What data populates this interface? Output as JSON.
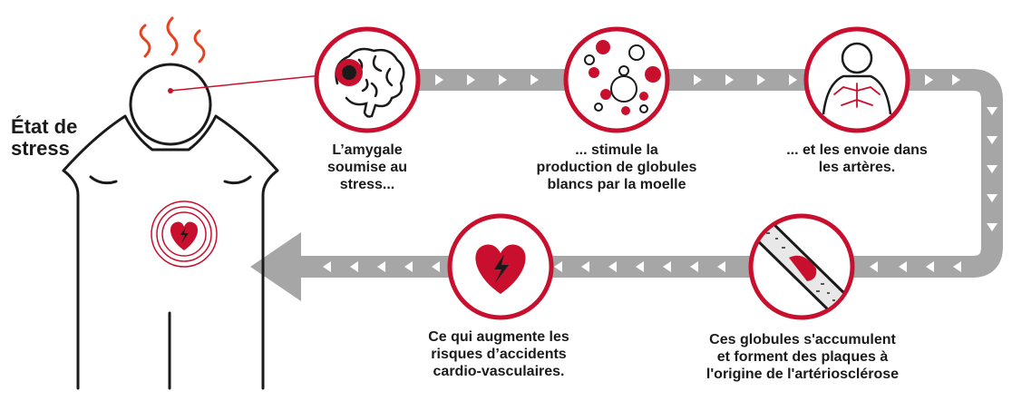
{
  "title": {
    "line1": "État de",
    "line2": "stress"
  },
  "steps": [
    {
      "lines": [
        "L’amygale",
        "soumise au",
        "stress..."
      ]
    },
    {
      "lines": [
        "... stimule la",
        "production de globules",
        "blancs par la moelle"
      ]
    },
    {
      "lines": [
        "... et les envoie dans",
        "les artères."
      ]
    },
    {
      "lines": [
        "Ces globules s'accumulent",
        "et forment des plaques à",
        "l'origine de l'artériosclérose"
      ]
    },
    {
      "lines": [
        "Ce qui augmente les",
        "risques d’accidents",
        "cardio-vasculaires."
      ]
    }
  ],
  "icons": [
    "brain-icon",
    "blood-cells-icon",
    "arteries-icon",
    "artery-plaque-icon",
    "heart-bolt-icon",
    "stressed-person-icon",
    "stress-wave-icon"
  ],
  "colors": {
    "accent": "#c8102e",
    "path": "#a6a6a6",
    "chevron": "#ffffff",
    "ink": "#1a1a1a"
  }
}
